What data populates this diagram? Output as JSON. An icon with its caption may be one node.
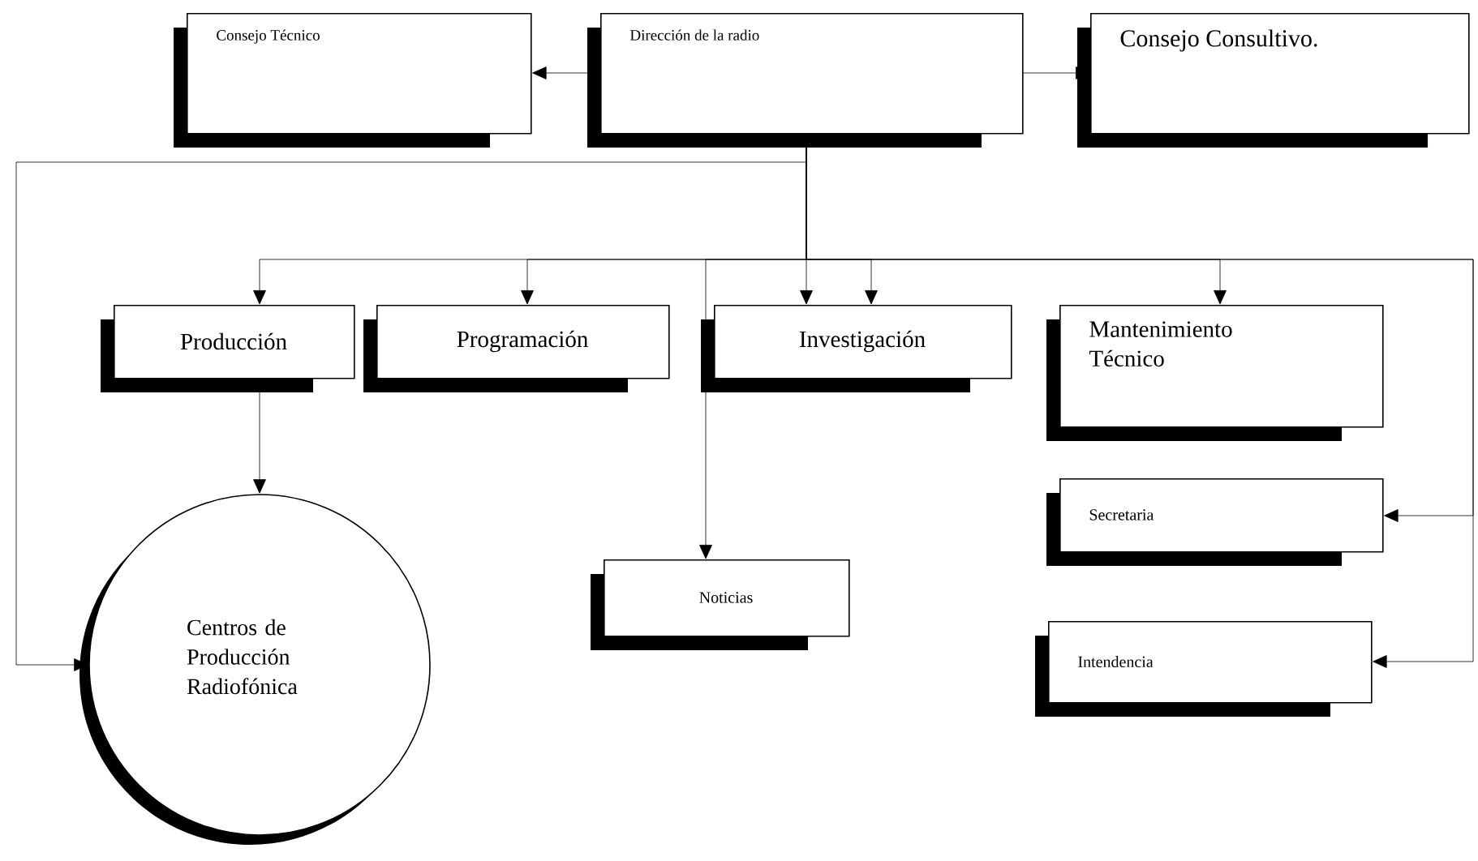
{
  "diagram": {
    "nodes": [
      {
        "text": [
          "Consejo Técnico"
        ]
      },
      {
        "text": [
          "Dirección de la radio"
        ]
      },
      {
        "text": [
          "Consejo Consultivo."
        ]
      },
      {
        "text": [
          "Producción"
        ]
      },
      {
        "text": [
          "Programación"
        ]
      },
      {
        "text": [
          "Investigación"
        ]
      },
      {
        "text": [
          "Mantenimiento Técnico"
        ]
      },
      {
        "text": [
          "Noticias"
        ]
      },
      {
        "text": [
          "Secretaria"
        ]
      },
      {
        "text": [
          "Intendencia"
        ]
      },
      {
        "text": [
          "Centros de Producción Radiofónica"
        ]
      }
    ],
    "edges": [
      {
        "from": 1,
        "to": 0,
        "arrow": "to"
      },
      {
        "from": 1,
        "to": 2,
        "arrow": "to"
      },
      {
        "from": 1,
        "to": 10,
        "arrow": "to"
      },
      {
        "from": 1,
        "to": 3,
        "arrow": "to"
      },
      {
        "from": 1,
        "to": 4,
        "arrow": "to"
      },
      {
        "from": 1,
        "to": 5,
        "arrow": "to"
      },
      {
        "from": 1,
        "to": 5,
        "arrow": "to"
      },
      {
        "from": 1,
        "to": 6,
        "arrow": "to"
      },
      {
        "from": 1,
        "to": 7,
        "arrow": "to"
      },
      {
        "from": 1,
        "to": 8,
        "arrow": "to"
      },
      {
        "from": 1,
        "to": 9,
        "arrow": "to"
      },
      {
        "from": 3,
        "to": 10,
        "arrow": "to"
      }
    ]
  }
}
